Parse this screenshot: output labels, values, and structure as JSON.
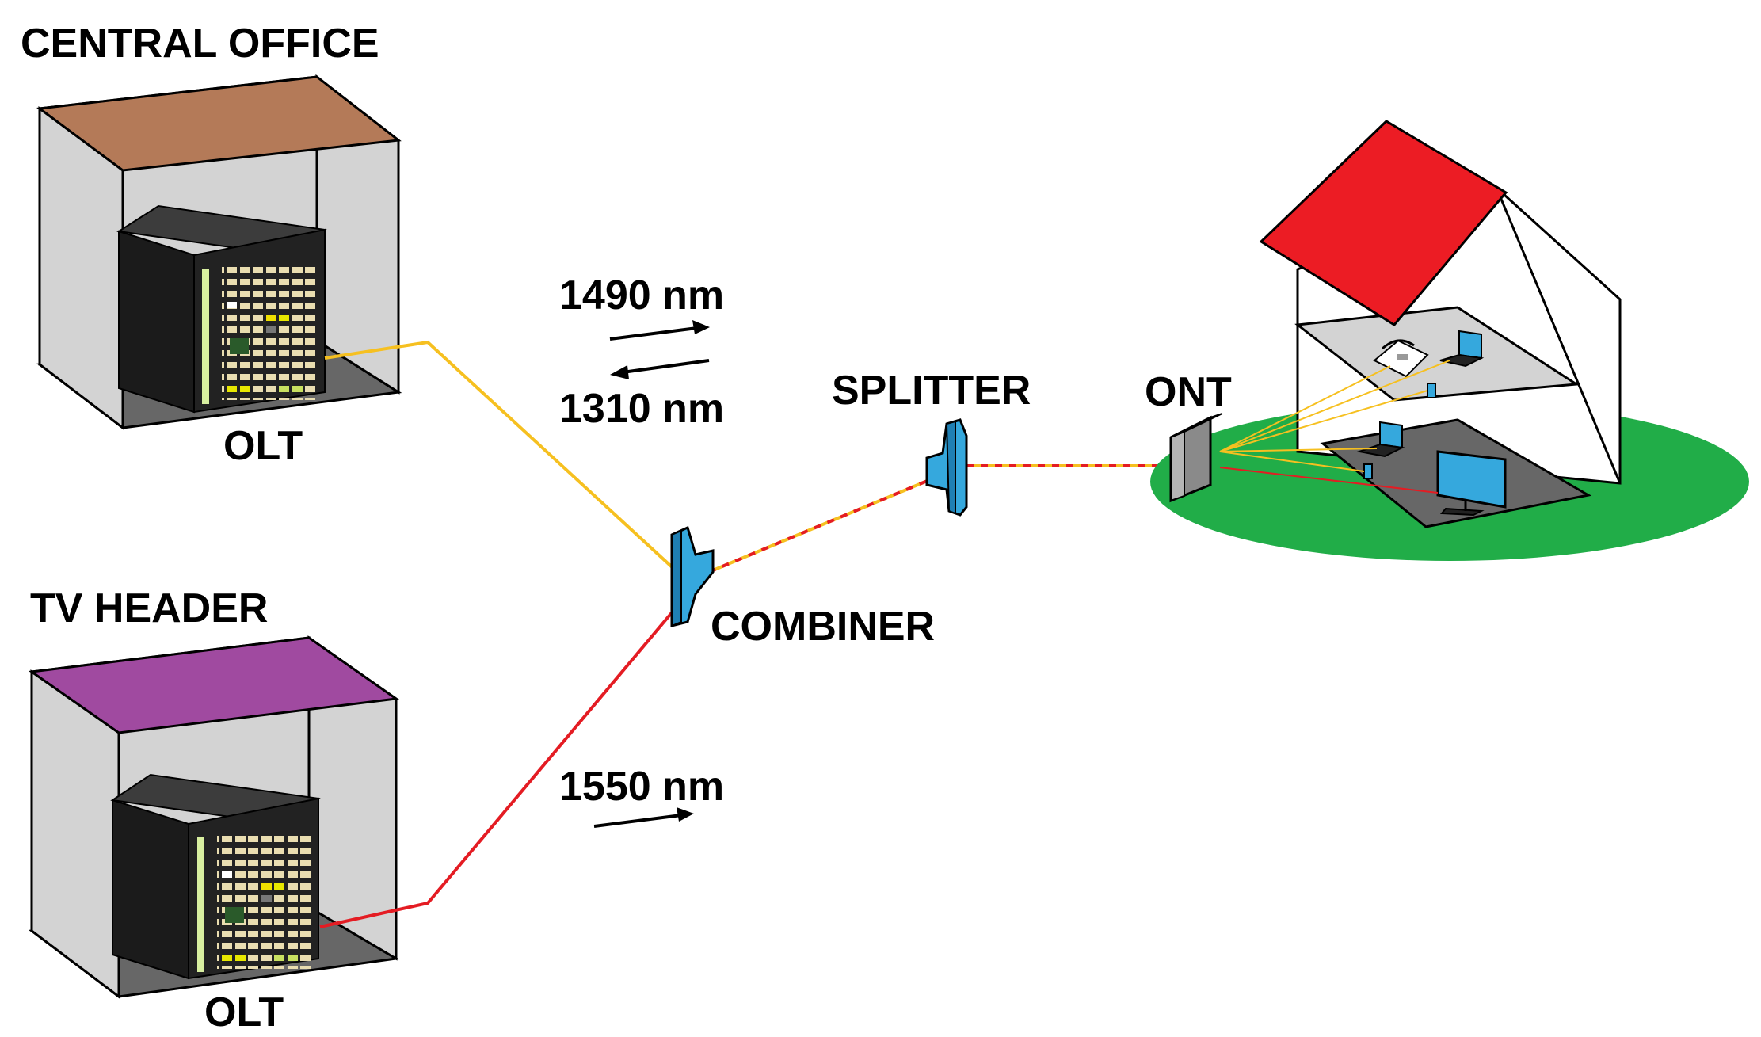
{
  "labels": {
    "central_office": "CENTRAL OFFICE",
    "olt_top": "OLT",
    "tv_header": "TV HEADER",
    "olt_bottom": "OLT",
    "wl_1490": "1490 nm",
    "wl_1310": "1310 nm",
    "wl_1550": "1550 nm",
    "splitter": "SPLITTER",
    "combiner": "COMBINER",
    "ont": "ONT"
  },
  "colors": {
    "room_wall": "#d3d3d3",
    "room_floor": "#676767",
    "central_office_roof": "#b47a58",
    "tv_header_roof": "#a04aa0",
    "olt_body": "#222222",
    "fiber_data": "#f6c020",
    "fiber_video": "#e41c23",
    "optical_device": "#35a8dd",
    "house_roof": "#ec1c24",
    "lawn": "#21ad48",
    "ont_body": "#888888"
  },
  "icons": [
    "olt-rack-icon",
    "combiner-icon",
    "splitter-icon",
    "ont-icon",
    "telephone-icon",
    "laptop-icon",
    "television-icon",
    "phone-icon"
  ]
}
